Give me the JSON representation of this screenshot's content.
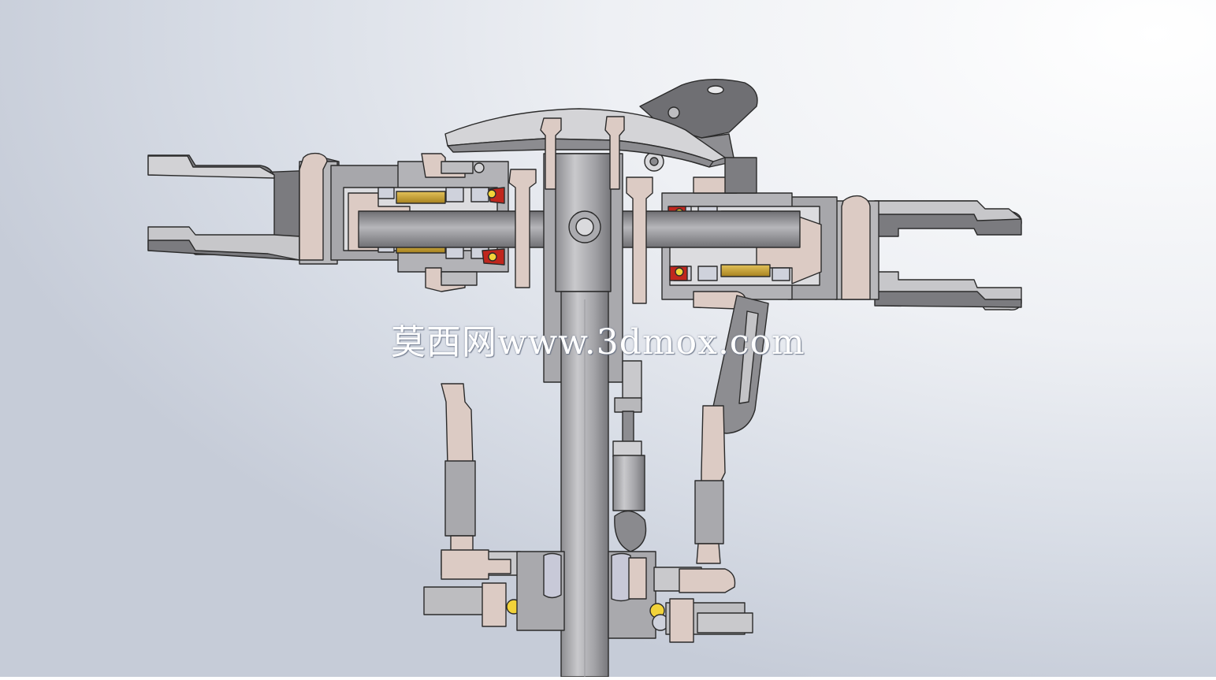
{
  "watermark": {
    "text": "莫西网www.3dmox.com"
  },
  "colors": {
    "background_top": "#c9d0dc",
    "background_bottom": "#f2f4f7",
    "metal_light": "#c3c3c6",
    "metal_dark": "#808083",
    "metal_section": "#a9a9ad",
    "bolt_pink": "#dccbc4",
    "bearing_gold": "#c9a23a",
    "ball_yellow": "#f2d33a",
    "seal_red": "#c0261d",
    "outline": "#2b2b2b"
  },
  "icons": [
    "rotor-head-assembly-drawing",
    "watermark-text"
  ]
}
